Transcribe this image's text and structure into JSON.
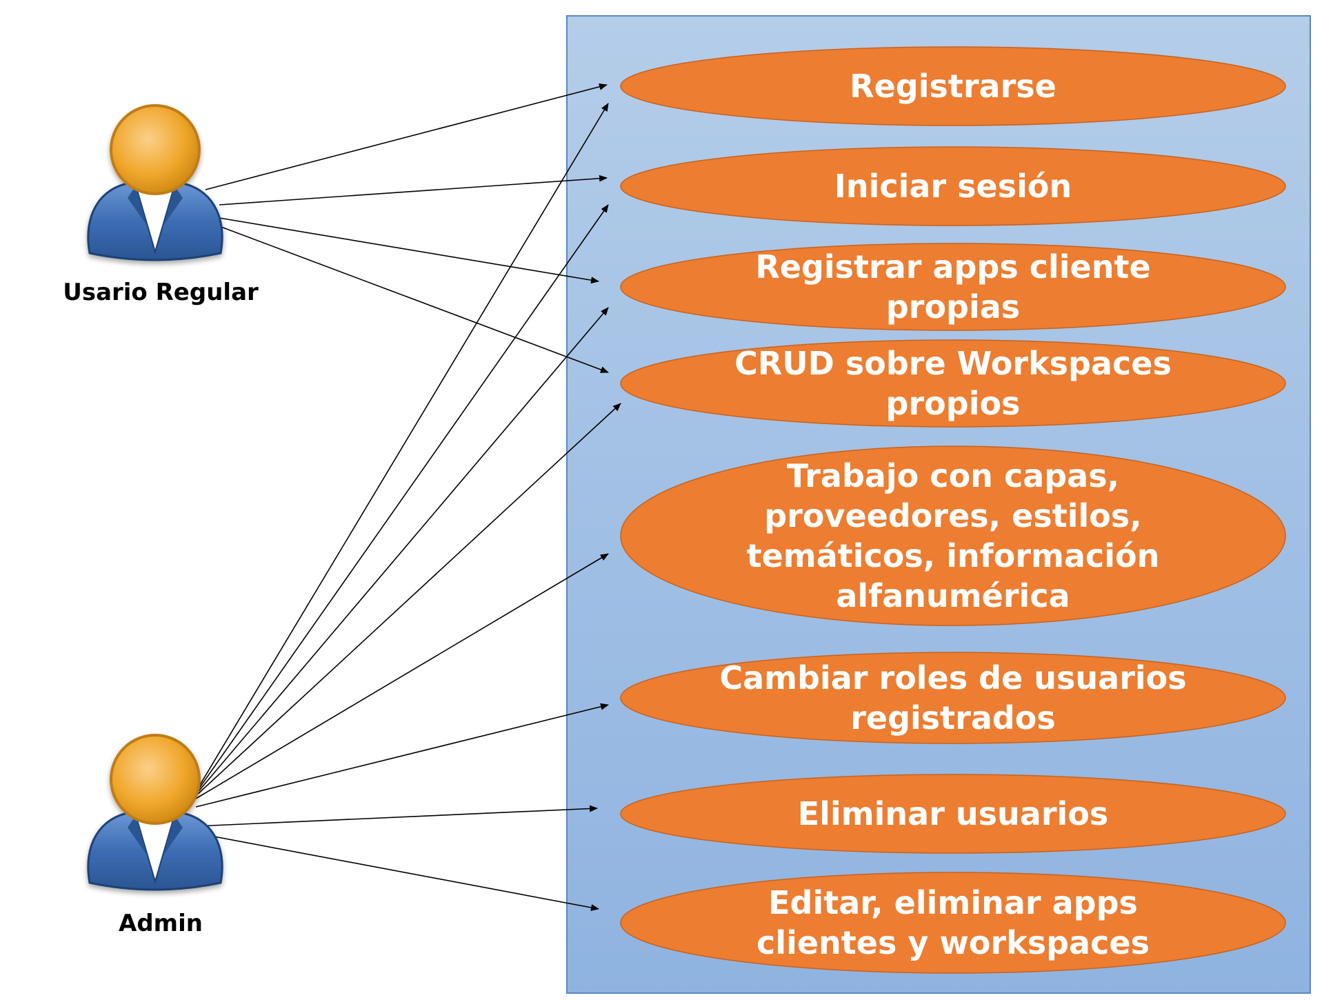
{
  "actors": [
    {
      "id": "regular",
      "label": "Usario Regular"
    },
    {
      "id": "admin",
      "label": "Admin"
    }
  ],
  "use_cases": [
    {
      "id": "uc1",
      "lines": [
        "Registrarse"
      ]
    },
    {
      "id": "uc2",
      "lines": [
        "Iniciar sesión"
      ]
    },
    {
      "id": "uc3",
      "lines": [
        "Registrar apps cliente",
        "propias"
      ]
    },
    {
      "id": "uc4",
      "lines": [
        "CRUD sobre Workspaces",
        "propios"
      ]
    },
    {
      "id": "uc5",
      "lines": [
        "Trabajo con capas,",
        "proveedores, estilos,",
        "temáticos, información",
        "alfanumérica"
      ]
    },
    {
      "id": "uc6",
      "lines": [
        "Cambiar roles de usuarios",
        "registrados"
      ]
    },
    {
      "id": "uc7",
      "lines": [
        "Eliminar usuarios"
      ]
    },
    {
      "id": "uc8",
      "lines": [
        "Editar, eliminar apps",
        "clientes y workspaces"
      ]
    }
  ],
  "associations": [
    {
      "actor": "regular",
      "use_case": "uc1"
    },
    {
      "actor": "regular",
      "use_case": "uc2"
    },
    {
      "actor": "regular",
      "use_case": "uc3"
    },
    {
      "actor": "regular",
      "use_case": "uc4"
    },
    {
      "actor": "admin",
      "use_case": "uc1"
    },
    {
      "actor": "admin",
      "use_case": "uc2"
    },
    {
      "actor": "admin",
      "use_case": "uc3"
    },
    {
      "actor": "admin",
      "use_case": "uc4"
    },
    {
      "actor": "admin",
      "use_case": "uc5"
    },
    {
      "actor": "admin",
      "use_case": "uc6"
    },
    {
      "actor": "admin",
      "use_case": "uc7"
    },
    {
      "actor": "admin",
      "use_case": "uc8"
    }
  ],
  "colors": {
    "system_box_top": "#b4cde9",
    "system_box_bottom": "#8fb3e0",
    "system_box_border": "#5b86c2",
    "use_case_fill": "#ed7d31",
    "use_case_border": "#c8621d",
    "use_case_text": "#ffffff",
    "actor_head": "#f0a72c",
    "actor_body": "#3c6db3",
    "arrow": "#000000"
  }
}
